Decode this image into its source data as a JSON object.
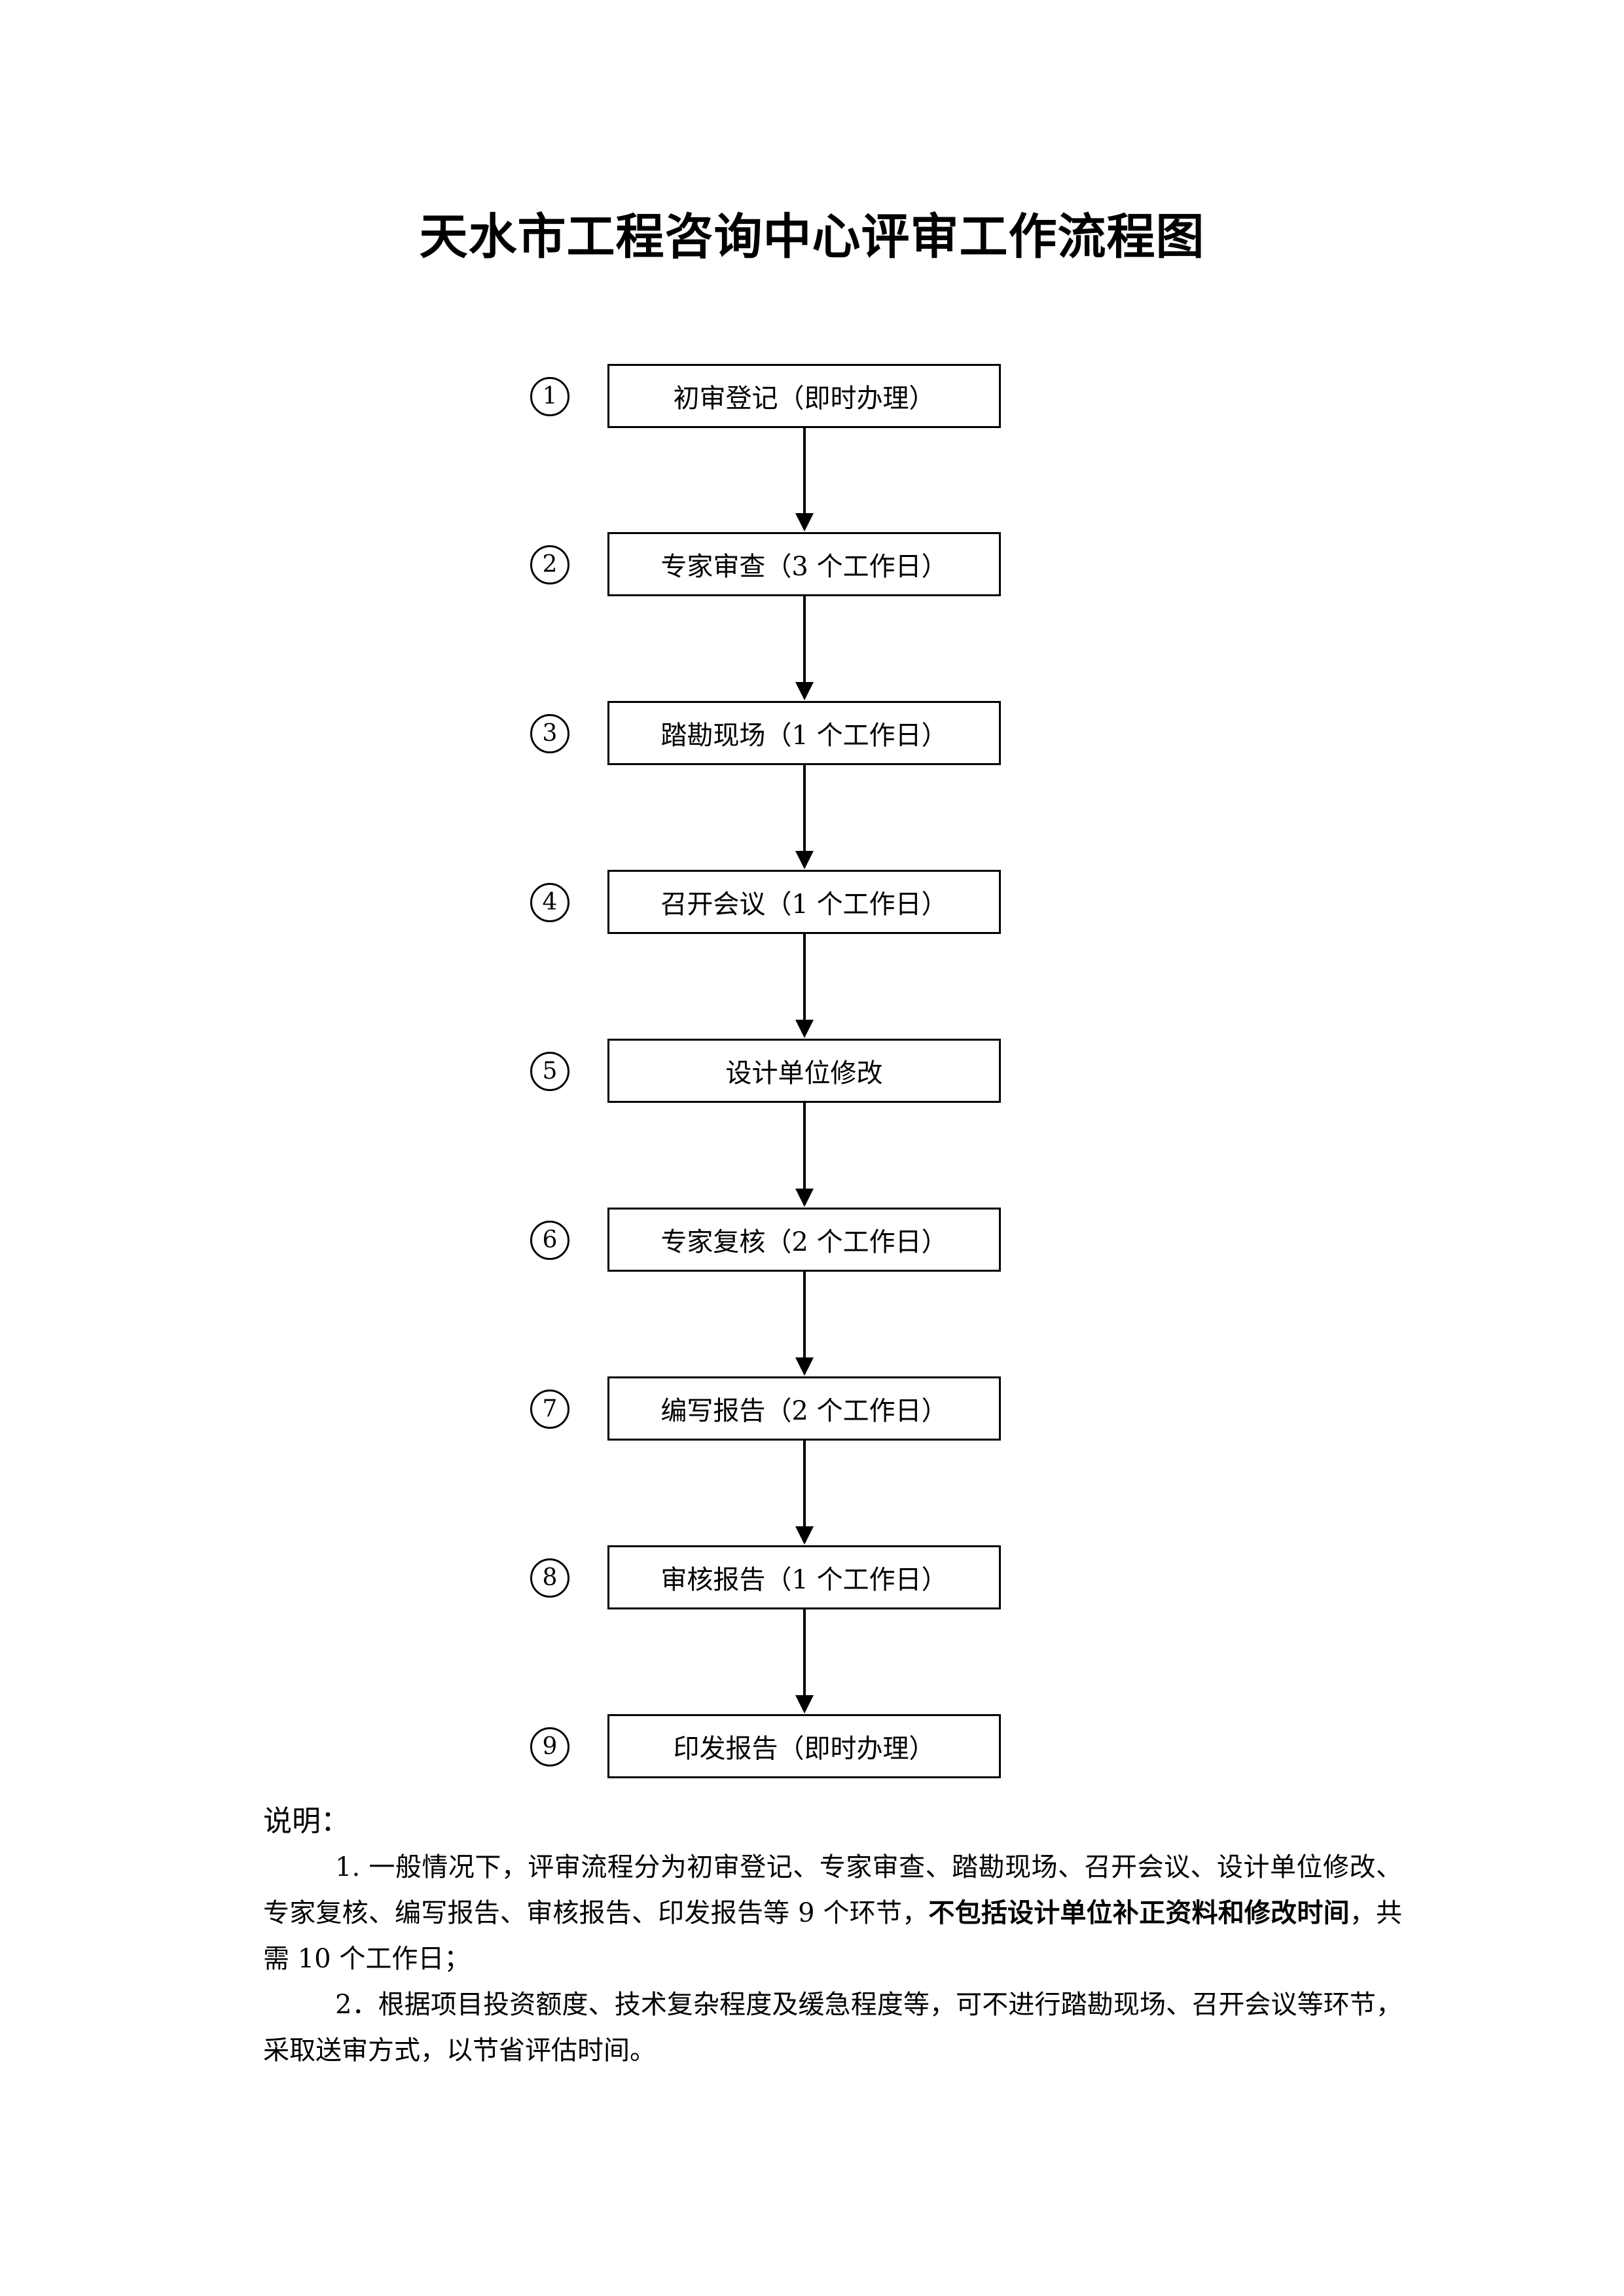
{
  "title": "天水市工程咨询中心评审工作流程图",
  "steps": [
    {
      "num": "1",
      "label": "初审登记（即时办理）"
    },
    {
      "num": "2",
      "label": "专家审查（3 个工作日）"
    },
    {
      "num": "3",
      "label": "踏勘现场（1 个工作日）"
    },
    {
      "num": "4",
      "label": "召开会议（1 个工作日）"
    },
    {
      "num": "5",
      "label": "设计单位修改"
    },
    {
      "num": "6",
      "label": "专家复核（2 个工作日）"
    },
    {
      "num": "7",
      "label": "编写报告（2 个工作日）"
    },
    {
      "num": "8",
      "label": "审核报告（1 个工作日）"
    },
    {
      "num": "9",
      "label": "印发报告（即时办理）"
    }
  ],
  "notes": {
    "heading": "说明：",
    "item1_a": "1. 一般情况下，评审流程分为初审登记、专家审查、踏勘现场、召开会议、设计单位修改、专家复核、编写报告、审核报告、印发报告等 9 个环节，",
    "item1_bold": "不包括设计单位补正资料和修改时间",
    "item1_c": "，共需 10 个工作日；",
    "item2": "2．根据项目投资额度、技术复杂程度及缓急程度等，可不进行踏勘现场、召开会议等环节，采取送审方式，以节省评估时间。"
  }
}
